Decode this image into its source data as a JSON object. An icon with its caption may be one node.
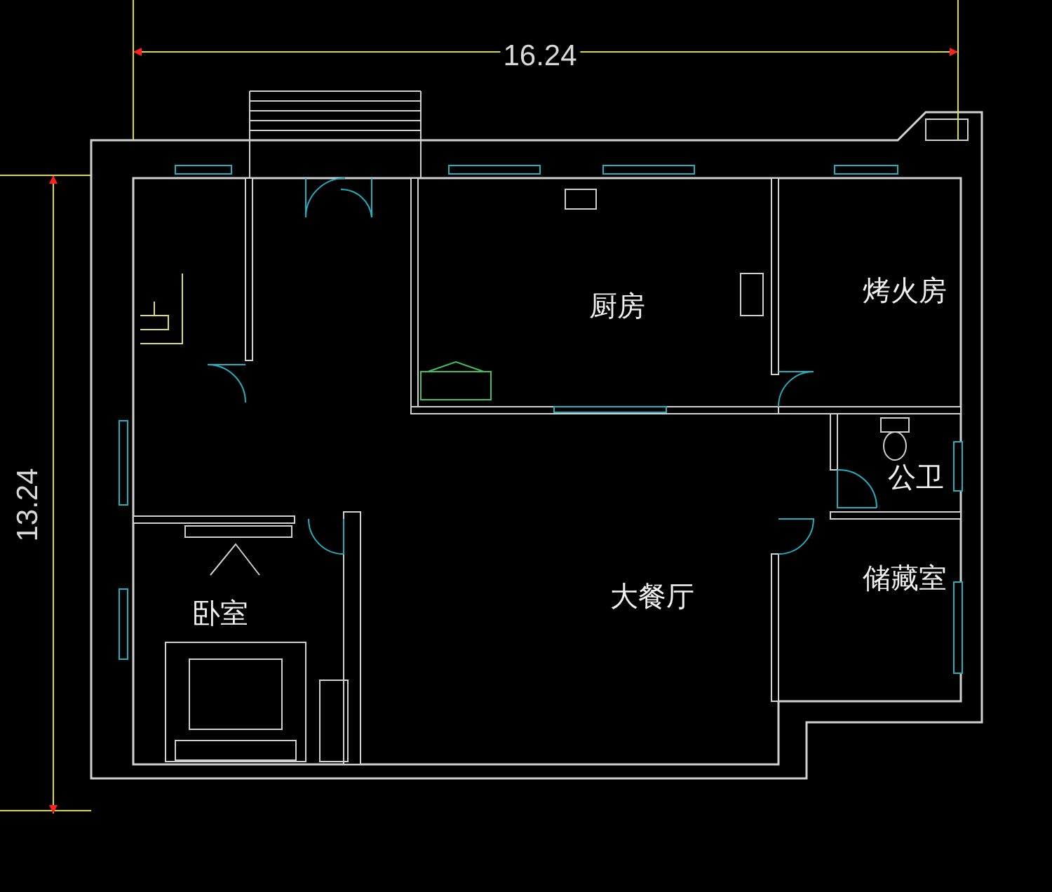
{
  "diagram": {
    "labels": [
      "16.24",
      "13.24",
      "厨房",
      "烤火房",
      "公卫",
      "卧室",
      "大餐厅",
      "储藏室"
    ]
  }
}
